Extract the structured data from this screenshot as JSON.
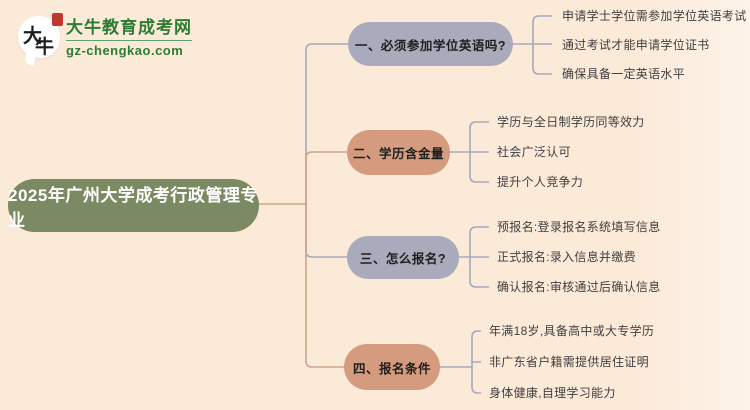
{
  "colors": {
    "background": "#fcead9",
    "title_box": "#7b8a63",
    "pill_gray": "#a9abbc",
    "pill_salmon": "#d59b7e",
    "line_gray": "#a6a9ba",
    "line_salmon": "#cfa48b",
    "logo_green": "#2e7c33",
    "seal_red": "#c2372b"
  },
  "logo": {
    "bubble_char_1": "大",
    "bubble_char_2": "牛",
    "site_name": "大牛教育成考网",
    "domain": "gz-chengkao.com"
  },
  "title": "2025年广州大学成考行政管理专业",
  "branches": [
    {
      "label": "一、必须参加学位英语吗?",
      "items": [
        "申请学士学位需参加学位英语考试",
        "通过考试才能申请学位证书",
        "确保具备一定英语水平"
      ]
    },
    {
      "label": "二、学历含金量",
      "items": [
        "学历与全日制学历同等效力",
        "社会广泛认可",
        "提升个人竞争力"
      ]
    },
    {
      "label": "三、怎么报名?",
      "items": [
        "预报名:登录报名系统填写信息",
        "正式报名:录入信息并缴费",
        "确认报名:审核通过后确认信息"
      ]
    },
    {
      "label": "四、报名条件",
      "items": [
        "年满18岁,具备高中或大专学历",
        "非广东省户籍需提供居住证明",
        "身体健康,自理学习能力"
      ]
    }
  ]
}
